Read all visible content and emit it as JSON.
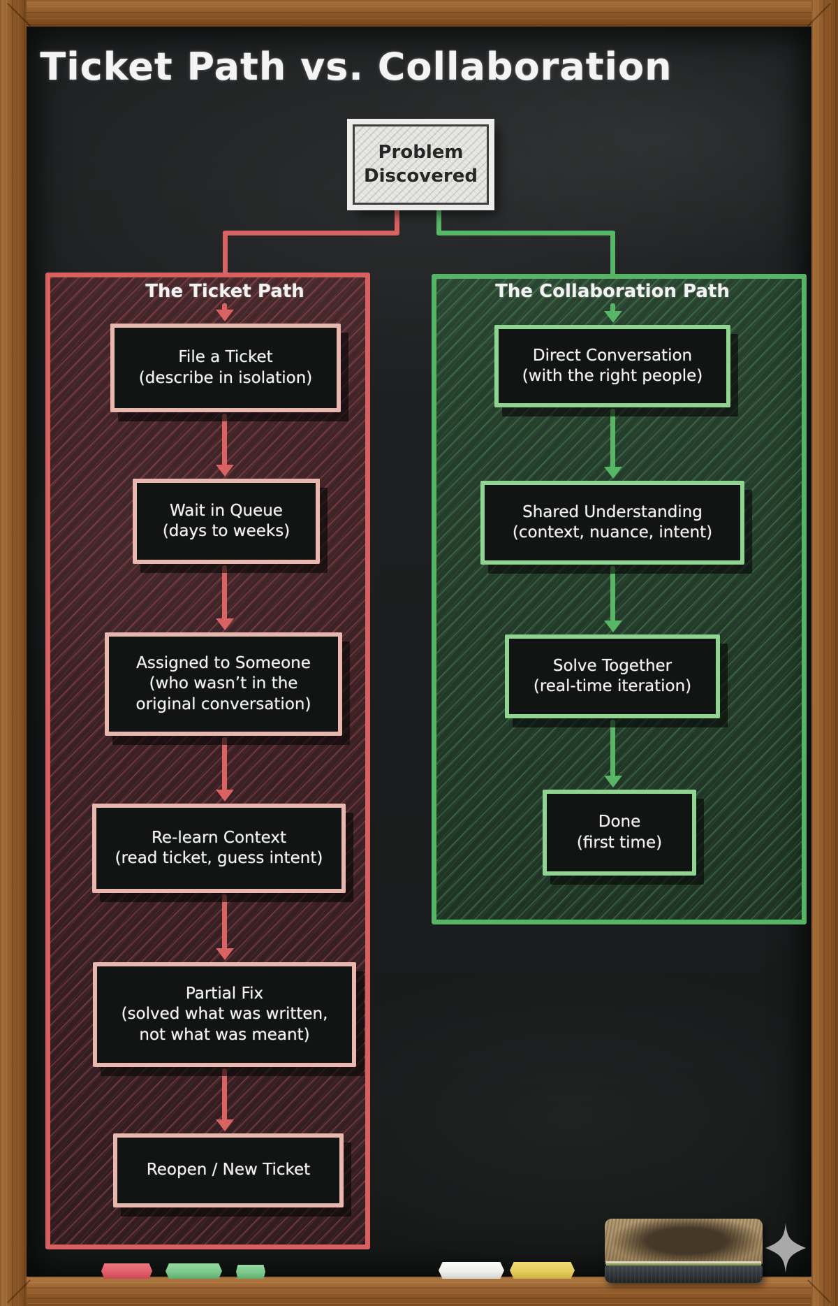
{
  "title": "Ticket Path vs. Collaboration",
  "problem_node": {
    "lines": [
      "Problem",
      "Discovered"
    ]
  },
  "ticket_path": {
    "label": "The Ticket Path",
    "accent_color": "#d96262",
    "box_border_color": "#e8b7ae",
    "steps": [
      {
        "lines": [
          "File a Ticket",
          "(describe in isolation)"
        ]
      },
      {
        "lines": [
          "Wait in Queue",
          "(days to weeks)"
        ]
      },
      {
        "lines": [
          "Assigned to Someone",
          "(who wasn’t in the",
          "original conversation)"
        ]
      },
      {
        "lines": [
          "Re-learn Context",
          "(read ticket, guess intent)"
        ]
      },
      {
        "lines": [
          "Partial Fix",
          "(solved what was written,",
          "not what was meant)"
        ]
      },
      {
        "lines": [
          "Reopen / New Ticket"
        ]
      }
    ]
  },
  "collaboration_path": {
    "label": "The Collaboration Path",
    "accent_color": "#57b767",
    "box_border_color": "#90d492",
    "steps": [
      {
        "lines": [
          "Direct Conversation",
          "(with the right people)"
        ]
      },
      {
        "lines": [
          "Shared Understanding",
          "(context, nuance, intent)"
        ]
      },
      {
        "lines": [
          "Solve Together",
          "(real-time iteration)"
        ]
      },
      {
        "lines": [
          "Done",
          "(first time)"
        ]
      }
    ]
  },
  "tray": {
    "items": [
      "red-chalk",
      "green-chalk",
      "green-chalk-small",
      "white-chalk",
      "yellow-chalk",
      "eraser"
    ]
  },
  "colors": {
    "board": "#1d1f20",
    "frame_wood": "#8a5526",
    "chalk_text": "#f3f3f3",
    "problem_fill": "#e7e7e4",
    "sparkle": "#a9a9a9",
    "chalk_red": "#e25f6b",
    "chalk_green": "#7dc98c",
    "chalk_white": "#f1f1ef",
    "chalk_yellow": "#e6cd5e"
  }
}
